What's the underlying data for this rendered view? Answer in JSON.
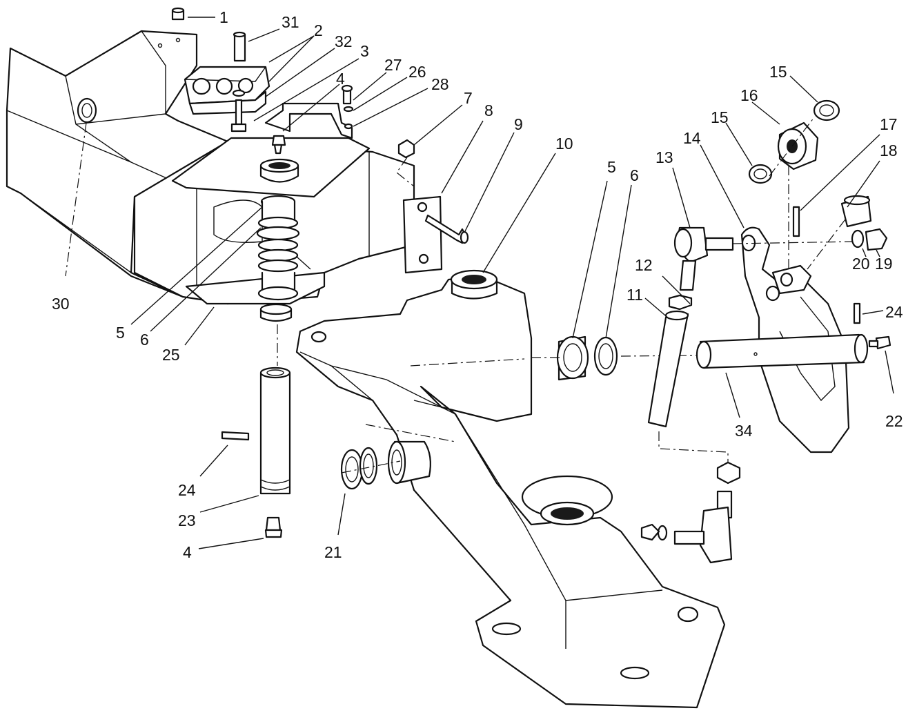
{
  "callouts": [
    {
      "id": "c1",
      "text": "1"
    },
    {
      "id": "c31",
      "text": "31"
    },
    {
      "id": "c2",
      "text": "2"
    },
    {
      "id": "c32",
      "text": "32"
    },
    {
      "id": "c3",
      "text": "3"
    },
    {
      "id": "c4a",
      "text": "4"
    },
    {
      "id": "c27",
      "text": "27"
    },
    {
      "id": "c26",
      "text": "26"
    },
    {
      "id": "c28",
      "text": "28"
    },
    {
      "id": "c7",
      "text": "7"
    },
    {
      "id": "c8",
      "text": "8"
    },
    {
      "id": "c9",
      "text": "9"
    },
    {
      "id": "c10",
      "text": "10"
    },
    {
      "id": "c5a",
      "text": "5"
    },
    {
      "id": "c6a",
      "text": "6"
    },
    {
      "id": "c13",
      "text": "13"
    },
    {
      "id": "c14",
      "text": "14"
    },
    {
      "id": "c15a",
      "text": "15"
    },
    {
      "id": "c16",
      "text": "16"
    },
    {
      "id": "c15b",
      "text": "15"
    },
    {
      "id": "c17",
      "text": "17"
    },
    {
      "id": "c18",
      "text": "18"
    },
    {
      "id": "c30",
      "text": "30"
    },
    {
      "id": "c5b",
      "text": "5"
    },
    {
      "id": "c6b",
      "text": "6"
    },
    {
      "id": "c25",
      "text": "25"
    },
    {
      "id": "c12",
      "text": "12"
    },
    {
      "id": "c11",
      "text": "11"
    },
    {
      "id": "c20",
      "text": "20"
    },
    {
      "id": "c19",
      "text": "19"
    },
    {
      "id": "c24a",
      "text": "24"
    },
    {
      "id": "c22",
      "text": "22"
    },
    {
      "id": "c34",
      "text": "34"
    },
    {
      "id": "c24b",
      "text": "24"
    },
    {
      "id": "c23",
      "text": "23"
    },
    {
      "id": "c4b",
      "text": "4"
    },
    {
      "id": "c21",
      "text": "21"
    }
  ]
}
